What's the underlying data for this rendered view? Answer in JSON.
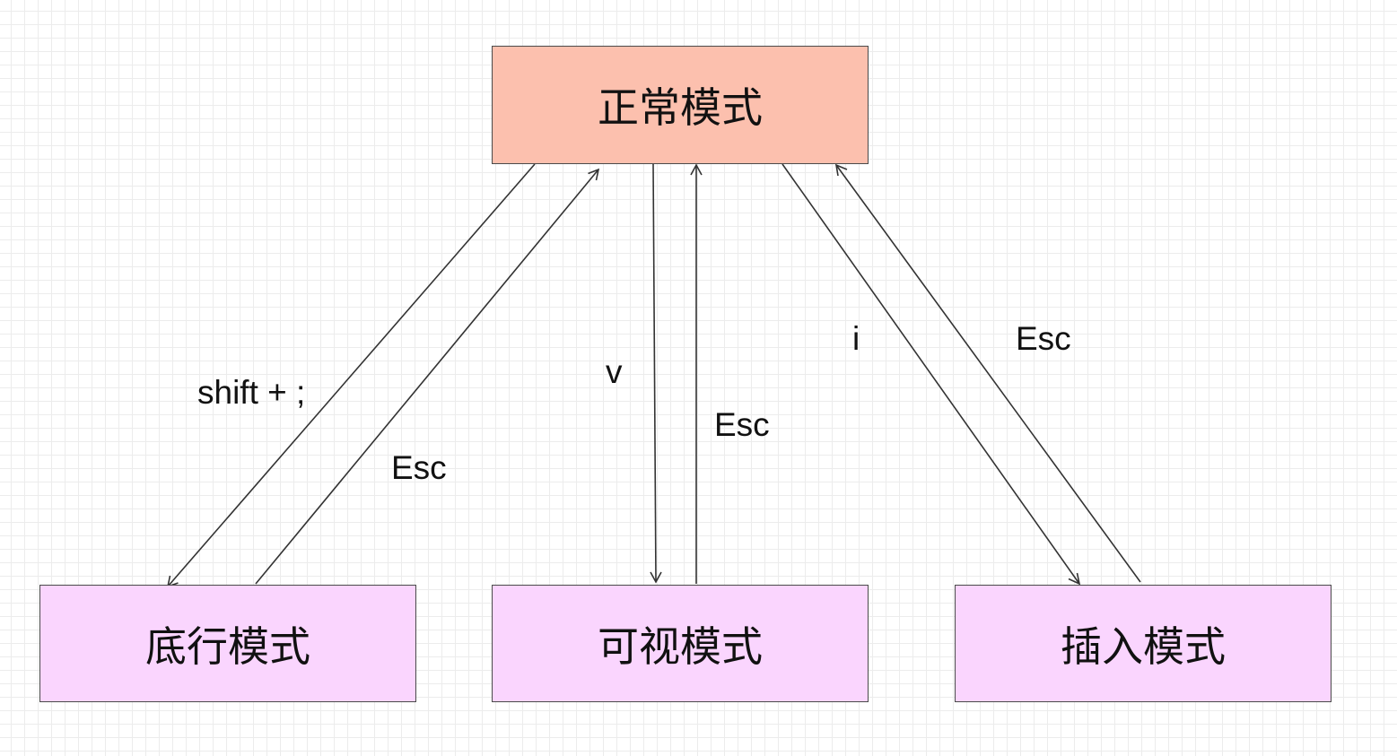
{
  "nodes": {
    "normal": {
      "label": "正常模式",
      "fill": "#fcc0ae"
    },
    "cmdline": {
      "label": "底行模式",
      "fill": "#fad5fe"
    },
    "visual": {
      "label": "可视模式",
      "fill": "#fad5fe"
    },
    "insert": {
      "label": "插入模式",
      "fill": "#fad5fe"
    }
  },
  "edges": {
    "to_cmdline": {
      "from": "正常模式",
      "to": "底行模式",
      "label": "shift + ;"
    },
    "from_cmdline": {
      "from": "底行模式",
      "to": "正常模式",
      "label": "Esc"
    },
    "to_visual": {
      "from": "正常模式",
      "to": "可视模式",
      "label": "v"
    },
    "from_visual": {
      "from": "可视模式",
      "to": "正常模式",
      "label": "Esc"
    },
    "to_insert": {
      "from": "正常模式",
      "to": "插入模式",
      "label": "i"
    },
    "from_insert": {
      "from": "插入模式",
      "to": "正常模式",
      "label": "Esc"
    }
  },
  "colors": {
    "line": "#333333",
    "grid": "#ececec"
  }
}
